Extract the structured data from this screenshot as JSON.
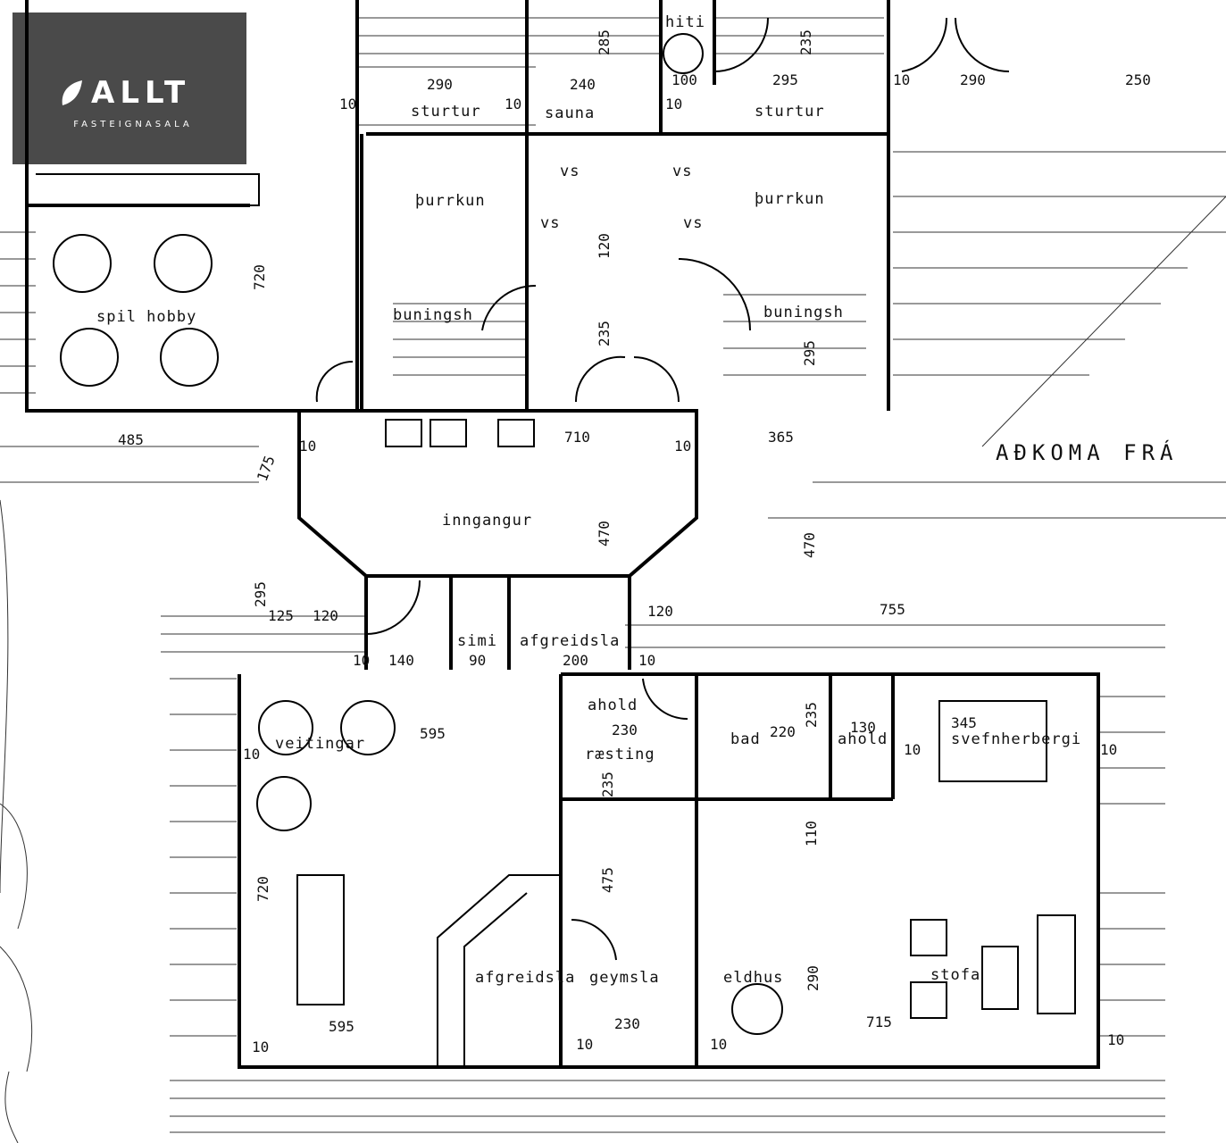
{
  "logo": {
    "brand": "ALLT",
    "sub": "FASTEIGNASALA"
  },
  "rooms": {
    "sturtur_left": "sturtur",
    "sauna": "sauna",
    "sturtur_right": "sturtur",
    "hiti": "hiti",
    "thurrkun_left": "þurrkun",
    "thurrkun_right": "þurrkun",
    "vs1": "vs",
    "vs2": "vs",
    "vs3": "vs",
    "vs4": "vs",
    "bunings_left": "buningsh",
    "bunings_right": "buningsh",
    "spil_hobby": "spil hobby",
    "inngangur": "inngangur",
    "simi": "simi",
    "afgreidsla_top": "afgreidsla",
    "veitingar": "veitingar",
    "ahold1": "ahold",
    "raesting": "ræsting",
    "bad": "bad",
    "ahold2": "ahold",
    "svefnherbergi": "svefnherbergi",
    "afgreidsla_bottom": "afgreidsla",
    "geymsla": "geymsla",
    "eldhus": "eldhus",
    "stofa": "stofa",
    "adkoma": "AÐKOMA FRÁ"
  },
  "dims": {
    "d1": "290",
    "d2": "240",
    "d3": "285",
    "d4": "235",
    "d5": "295",
    "d6": "290",
    "d7": "250",
    "d8": "100",
    "d9": "720",
    "d10": "485",
    "d11": "710",
    "d12": "365",
    "d13": "175",
    "d14": "470",
    "d15": "470",
    "d16": "295",
    "d17": "125",
    "d18": "120",
    "d19": "120",
    "d20": "755",
    "d21": "140",
    "d22": "90",
    "d23": "200",
    "d24": "595",
    "d25": "230",
    "d26": "220",
    "d27": "235",
    "d28": "130",
    "d29": "345",
    "d30": "235",
    "d31": "110",
    "d32": "475",
    "d33": "720",
    "d34": "595",
    "d35": "230",
    "d36": "290",
    "d37": "715",
    "d38": "295",
    "d39": "235",
    "d40": "120",
    "ten": "10"
  }
}
